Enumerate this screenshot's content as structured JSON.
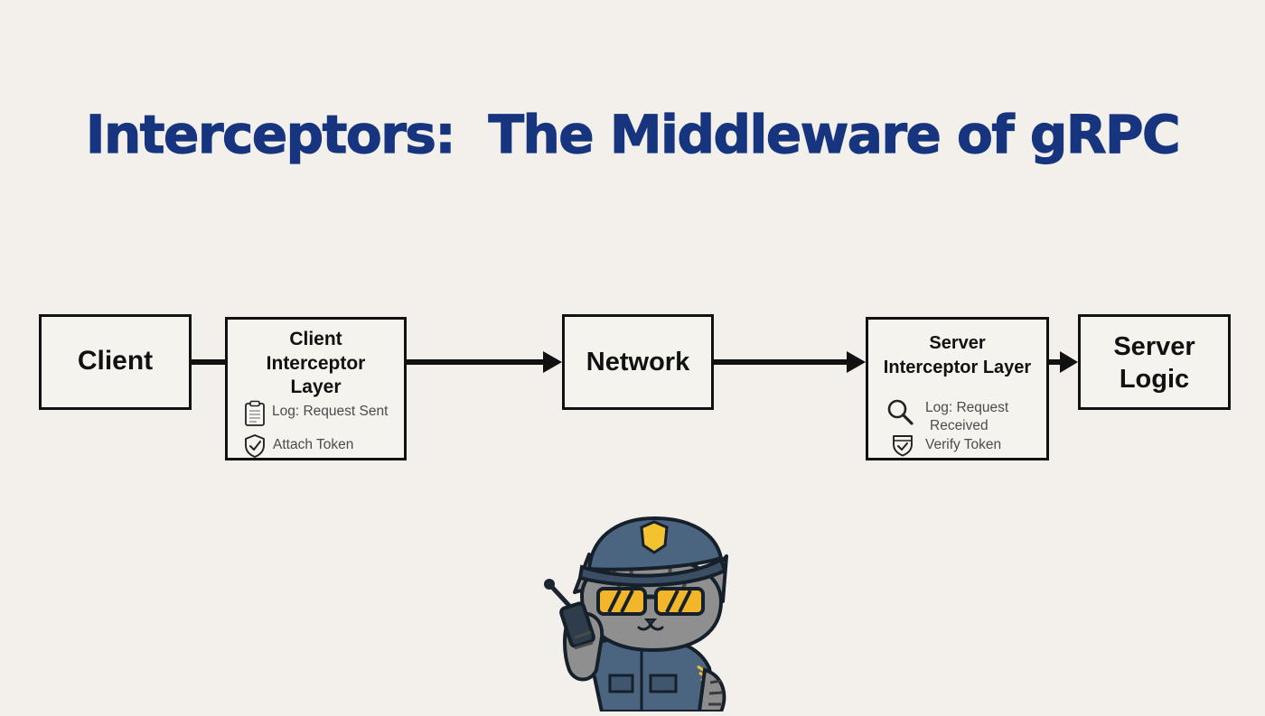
{
  "title": "Interceptors:  The Middleware of gRPC",
  "nodes": {
    "client": "Client",
    "client_interceptor": {
      "title_line1": "Client",
      "title_line2": "Interceptor",
      "title_line3": "Layer",
      "step1": "Log: Request Sent",
      "step2": "Attach Token"
    },
    "network": "Network",
    "server_interceptor": {
      "title_line1": "Server",
      "title_line2": "Interceptor Layer",
      "step1_line1": "Log: Request",
      "step1_line2": "Received",
      "step2": "Verify Token"
    },
    "server_logic": {
      "line1": "Server",
      "line2": "Logic"
    }
  },
  "icons": {
    "log_sent": "clipboard-icon",
    "attach_token": "shield-check-icon",
    "log_received": "magnifier-icon",
    "verify_token": "badge-check-icon",
    "mascot": "police-cat-mascot"
  },
  "colors": {
    "background": "#f3f0eb",
    "title": "#17357f",
    "uniform": "#4b6480",
    "badge": "#f2c230",
    "lens": "#f3b62a"
  }
}
